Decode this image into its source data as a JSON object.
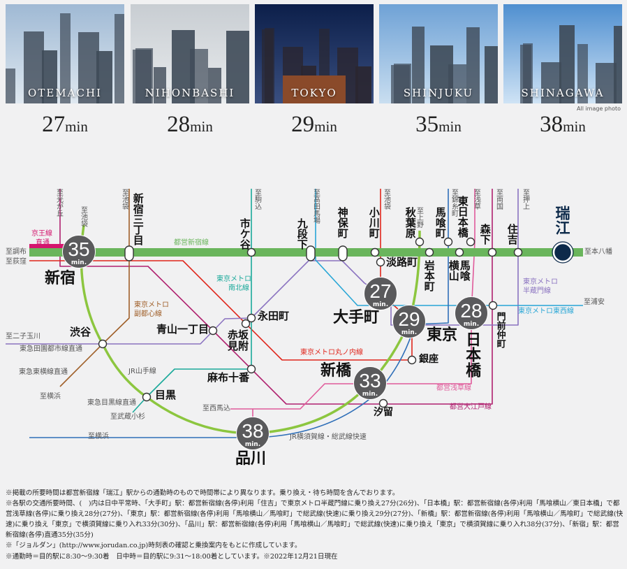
{
  "photos": [
    {
      "name": "OTEMACHI",
      "minutes": "27",
      "unit": "min"
    },
    {
      "name": "NIHONBASHI",
      "minutes": "28",
      "unit": "min"
    },
    {
      "name": "TOKYO",
      "minutes": "29",
      "unit": "min"
    },
    {
      "name": "SHINJUKU",
      "minutes": "35",
      "unit": "min"
    },
    {
      "name": "SHINAGAWA",
      "minutes": "38",
      "unit": "min"
    }
  ],
  "credit": "All image photo",
  "colors": {
    "toei_shinjuku": "#6ab55c",
    "yamanote": "#8cc63f",
    "marunouchi": "#e0251b",
    "oedo": "#b0216f",
    "fukutoshin": "#a0602a",
    "namboku": "#1aa99a",
    "hanzomon": "#8a72c0",
    "tozai": "#28a6d6",
    "jr_yokosuka": "#2f6fb8",
    "asakusa": "#e05a9a",
    "keio": "#d4166e",
    "badge": "#5a5a5c",
    "mizue": "#0d2a4a"
  },
  "map": {
    "stations": {
      "shinjuku": "新宿",
      "shinjuku_sanchome": "新宿三丁目",
      "ichigaya": "市ケ谷",
      "kudanshita": "九段下",
      "jimbocho": "神保町",
      "ogawamachi": "小川町",
      "akihabara": "秋葉原",
      "bakurocho": "馬喰町",
      "higashi_nihombashi": "東日本橋",
      "morishita": "森下",
      "sumiyoshi": "住吉",
      "mizue": "瑞江",
      "awajicho": "淡路町",
      "iwamotocho": "岩本町",
      "yokoyama": "横山",
      "bakuro": "馬喰",
      "otemachi": "大手町",
      "tokyo": "東京",
      "nihombashi": "日本橋",
      "monzen_nakacho": "門前仲町",
      "ginza": "銀座",
      "shimbashi": "新橋",
      "shiodome": "汐留",
      "shibuya": "渋谷",
      "aoyama_itchome": "青山一丁目",
      "nagatacho": "永田町",
      "akasaka": "赤坂",
      "mitsuke": "見附",
      "azabu_juban": "麻布十番",
      "meguro": "目黒",
      "shinagawa": "品川"
    },
    "directions": {
      "hikarigaoka": "至光が丘",
      "ikebukuro_jr": "至池袋",
      "ikebukuro_fuku": "至池袋",
      "komagome": "至駒込",
      "takadanobaba": "至高田馬場",
      "ikebukuro_maru": "至池袋",
      "ueno": "至上野",
      "kinshicho": "至錦糸町",
      "asakusa": "至浅草",
      "ryogoku": "至両国",
      "oshiage": "至押上",
      "motoyawata": "至本八幡",
      "urayasu": "至浦安",
      "chofu": "至調布",
      "ogikubo": "至荻窪",
      "futakotamagawa": "至二子玉川",
      "yokohama_toyoko": "至横浜",
      "musashikosugi": "至武蔵小杉",
      "yokohama_jr": "至横浜",
      "nishimagome": "至西馬込"
    },
    "lines": {
      "keio_1": "京王線",
      "keio_2": "直通",
      "toei_shinjuku": "都営新宿線",
      "namboku_1": "東京メトロ",
      "namboku_2": "南北線",
      "fukutoshin_1": "東京メトロ",
      "fukutoshin_2": "副都心線",
      "hanzomon_1": "東京メトロ",
      "hanzomon_2": "半蔵門線",
      "tozai": "東京メトロ東西線",
      "den_en_toshi": "東急田園都市線直通",
      "toyoko": "東急東横線直通",
      "yamanote": "JR山手線",
      "meguro_line": "東急目黒線直通",
      "marunouchi": "東京メトロ丸ノ内線",
      "asakusa": "都営浅草線",
      "oedo": "都営大江戸線",
      "yokosuka": "JR横須賀線・総武線快速"
    },
    "times": {
      "shinjuku": "35",
      "otemachi": "27",
      "tokyo": "29",
      "nihombashi": "28",
      "shimbashi": "33",
      "shinagawa": "38",
      "unit": "min."
    }
  },
  "notes": [
    "※掲載の所要時間は都営新宿線「瑞江」駅からの通勤時のもので時間帯により異なります。乗り換え・待ち時間を含んでおります。",
    "※各駅の交通所要時間、(　)内は日中平常時、「大手町」駅：都営新宿線(各停)利用「住吉」で東京メトロ半蔵門線に乗り換え27分(26分)、「日本橋」駅：都営新宿線(各停)利用「馬喰横山／東日本橋」で都営浅草線(各停)に乗り換え28分(27分)、「東京」駅：都営新宿線(各停)利用「馬喰横山／馬喰町」で総武線(快速)に乗り換え29分(27分)、「新橋」駅：都営新宿線(各停)利用「馬喰横山／馬喰町」で総武線(快速)に乗り換え「東京」で横須賀線に乗り入れ33分(30分)、「品川」駅：都営新宿線(各停)利用「馬喰横山／馬喰町」で総武線(快速)に乗り換え「東京」で横須賀線に乗り入れ38分(37分)、「新宿」駅：都営新宿線(各停)直通35分(35分)",
    "※「ジョルダン」(http://www.jorudan.co.jp)時刻表の確認と乗換案内をもとに作成しています。",
    "※通勤時＝目的駅に8:30〜9:30着　日中時＝目的駅に9:31〜18:00着としています。※2022年12月21日現在"
  ]
}
